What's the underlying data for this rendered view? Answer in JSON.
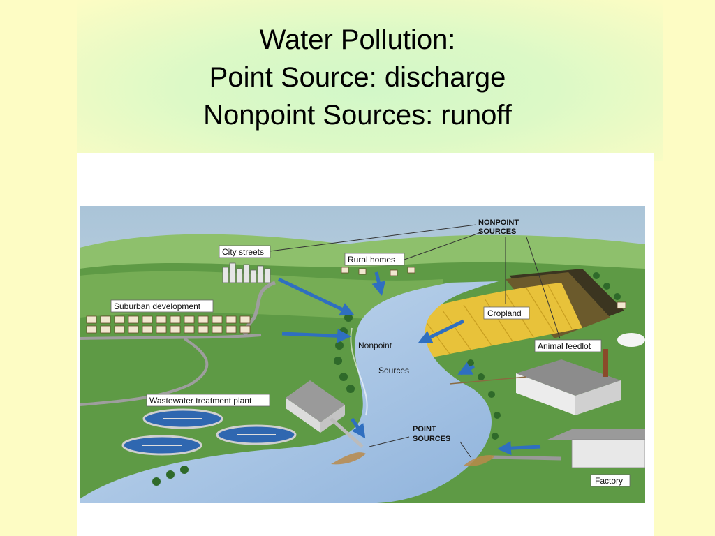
{
  "title": {
    "line1": "Water Pollution:",
    "line2": "Point Source: discharge",
    "line3": "Nonpoint Sources: runoff"
  },
  "labels": {
    "nonpoint_sources_1": "NONPOINT",
    "nonpoint_sources_2": "SOURCES",
    "city_streets": "City streets",
    "rural_homes": "Rural homes",
    "suburban_development": "Suburban development",
    "cropland": "Cropland",
    "nonpoint": "Nonpoint",
    "sources": "Sources",
    "animal_feedlot": "Animal feedlot",
    "wastewater_treatment_plant": "Wastewater treatment plant",
    "point_sources_1": "POINT",
    "point_sources_2": "SOURCES",
    "factory": "Factory"
  },
  "colors": {
    "background": "#fdfcc4",
    "grass": "#5e9a45",
    "hills": "#7fb360",
    "river": "#a9c7e6",
    "arrow": "#2f6fc0",
    "cropland": "#e8c23a"
  }
}
